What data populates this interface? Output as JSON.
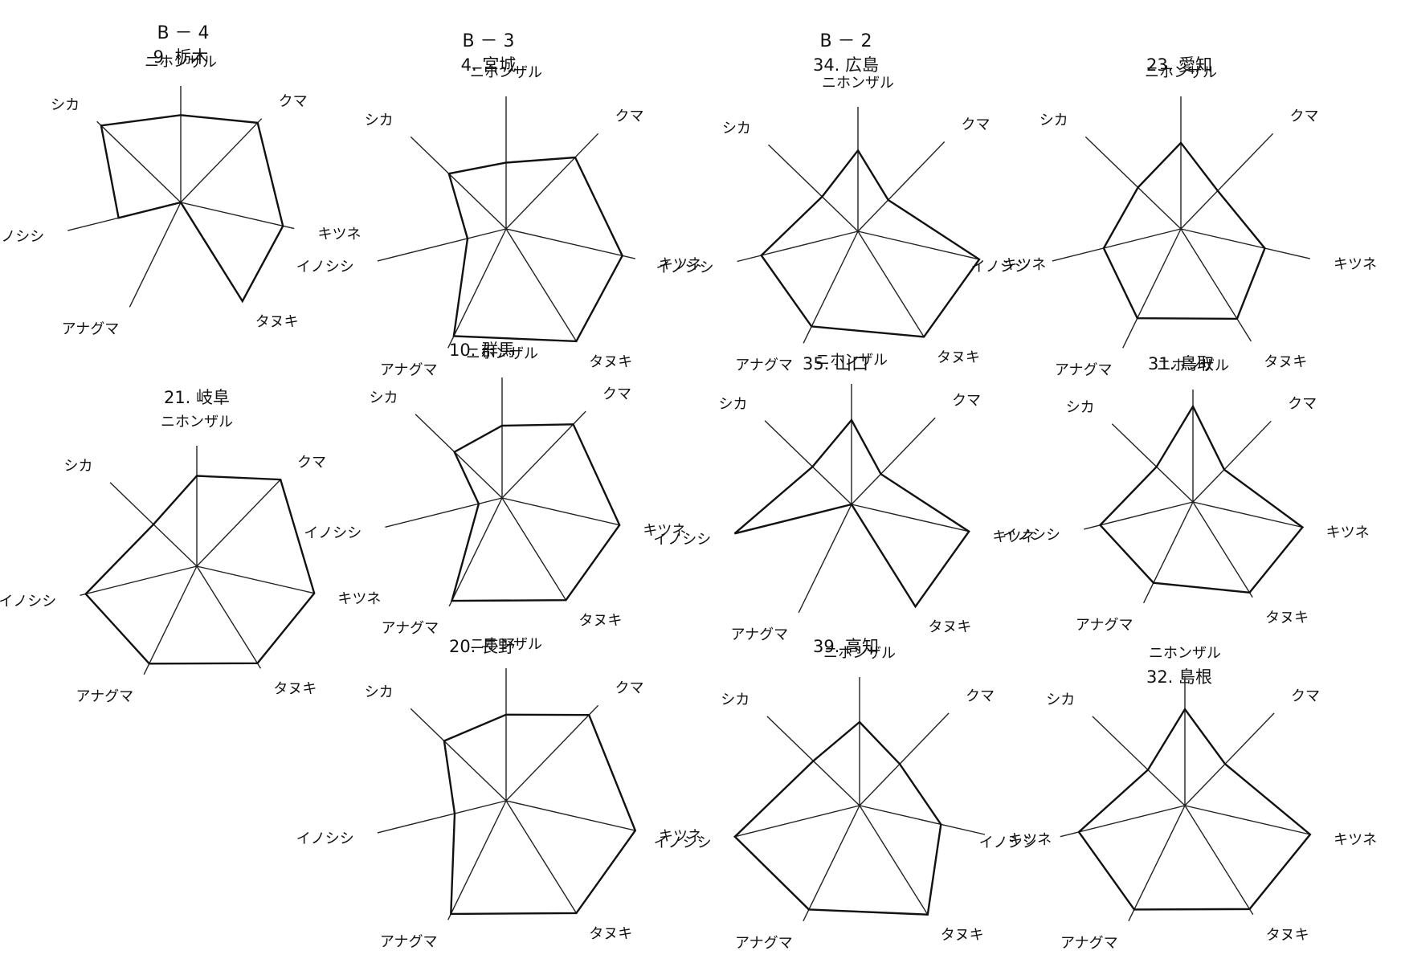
{
  "group_labels": [
    "B － 4",
    "B － 3",
    "B － 2"
  ],
  "axis_order": [
    "ニホンザル",
    "クマ",
    "キツネ",
    "タヌキ",
    "アナグマ",
    "イノシシ",
    "シカ"
  ],
  "chart_data": [
    {
      "type": "radar",
      "title": "9. 栃木",
      "group": "B － 4",
      "axes": [
        "ニホンザル",
        "クマ",
        "キツネ",
        "タヌキ",
        "アナグマ",
        "イノシシ",
        "シカ"
      ],
      "values": [
        0.75,
        0.95,
        0.9,
        1.0,
        0.0,
        0.55,
        0.95
      ]
    },
    {
      "type": "radar",
      "title": "21. 岐阜",
      "group": "",
      "axes": [
        "ニホンザル",
        "クマ",
        "キツネ",
        "タヌキ",
        "アナグマ",
        "イノシシ",
        "シカ"
      ],
      "values": [
        0.75,
        1.0,
        1.0,
        0.95,
        0.9,
        0.95,
        0.5
      ]
    },
    {
      "type": "radar",
      "title": "4. 宮城",
      "group": "B － 3",
      "axes": [
        "ニホンザル",
        "クマ",
        "キツネ",
        "タヌキ",
        "アナグマ",
        "イノシシ",
        "シカ"
      ],
      "values": [
        0.5,
        0.75,
        0.9,
        1.0,
        0.9,
        0.3,
        0.6
      ]
    },
    {
      "type": "radar",
      "title": "10. 群馬",
      "group": "",
      "axes": [
        "ニホンザル",
        "クマ",
        "キツネ",
        "タヌキ",
        "アナグマ",
        "イノシシ",
        "シカ"
      ],
      "values": [
        0.6,
        0.85,
        1.0,
        1.0,
        0.95,
        0.2,
        0.55
      ]
    },
    {
      "type": "radar",
      "title": "20. 長野",
      "group": "",
      "axes": [
        "ニホンザル",
        "クマ",
        "キツネ",
        "タヌキ",
        "アナグマ",
        "イノシシ",
        "シカ"
      ],
      "values": [
        0.65,
        0.9,
        1.0,
        1.0,
        0.95,
        0.4,
        0.65
      ]
    },
    {
      "type": "radar",
      "title": "34. 広島",
      "group": "B － 2",
      "axes": [
        "ニホンザル",
        "クマ",
        "キツネ",
        "タヌキ",
        "アナグマ",
        "イノシシ",
        "シカ"
      ],
      "values": [
        0.65,
        0.35,
        1.0,
        1.0,
        0.85,
        0.8,
        0.4
      ]
    },
    {
      "type": "radar",
      "title": "35. 山口",
      "group": "",
      "axes": [
        "ニホンザル",
        "クマ",
        "キツネ",
        "タヌキ",
        "アナグマ",
        "イノシシ",
        "シカ"
      ],
      "values": [
        0.7,
        0.35,
        1.0,
        1.0,
        0.0,
        1.0,
        0.45
      ]
    },
    {
      "type": "radar",
      "title": "39. 高知",
      "group": "",
      "axes": [
        "ニホンザル",
        "クマ",
        "キツネ",
        "タヌキ",
        "アナグマ",
        "イノシシ",
        "シカ"
      ],
      "values": [
        0.65,
        0.45,
        0.65,
        1.0,
        0.9,
        1.0,
        0.5
      ]
    },
    {
      "type": "radar",
      "title": "23. 愛知",
      "group": "",
      "axes": [
        "ニホンザル",
        "クマ",
        "キツネ",
        "タヌキ",
        "アナグマ",
        "イノシシ",
        "シカ"
      ],
      "values": [
        0.65,
        0.4,
        0.65,
        0.8,
        0.75,
        0.6,
        0.45
      ]
    },
    {
      "type": "radar",
      "title": "31. 鳥取",
      "group": "",
      "axes": [
        "ニホンザル",
        "クマ",
        "キツネ",
        "タヌキ",
        "アナグマ",
        "イノシシ",
        "シカ"
      ],
      "values": [
        0.85,
        0.4,
        1.0,
        0.95,
        0.8,
        0.85,
        0.45
      ]
    },
    {
      "type": "radar",
      "title": "32. 島根",
      "group": "",
      "axes": [
        "ニホンザル",
        "クマ",
        "キツネ",
        "タヌキ",
        "アナグマ",
        "イノシシ",
        "シカ"
      ],
      "values": [
        0.75,
        0.45,
        1.0,
        0.95,
        0.9,
        0.85,
        0.4
      ]
    }
  ]
}
